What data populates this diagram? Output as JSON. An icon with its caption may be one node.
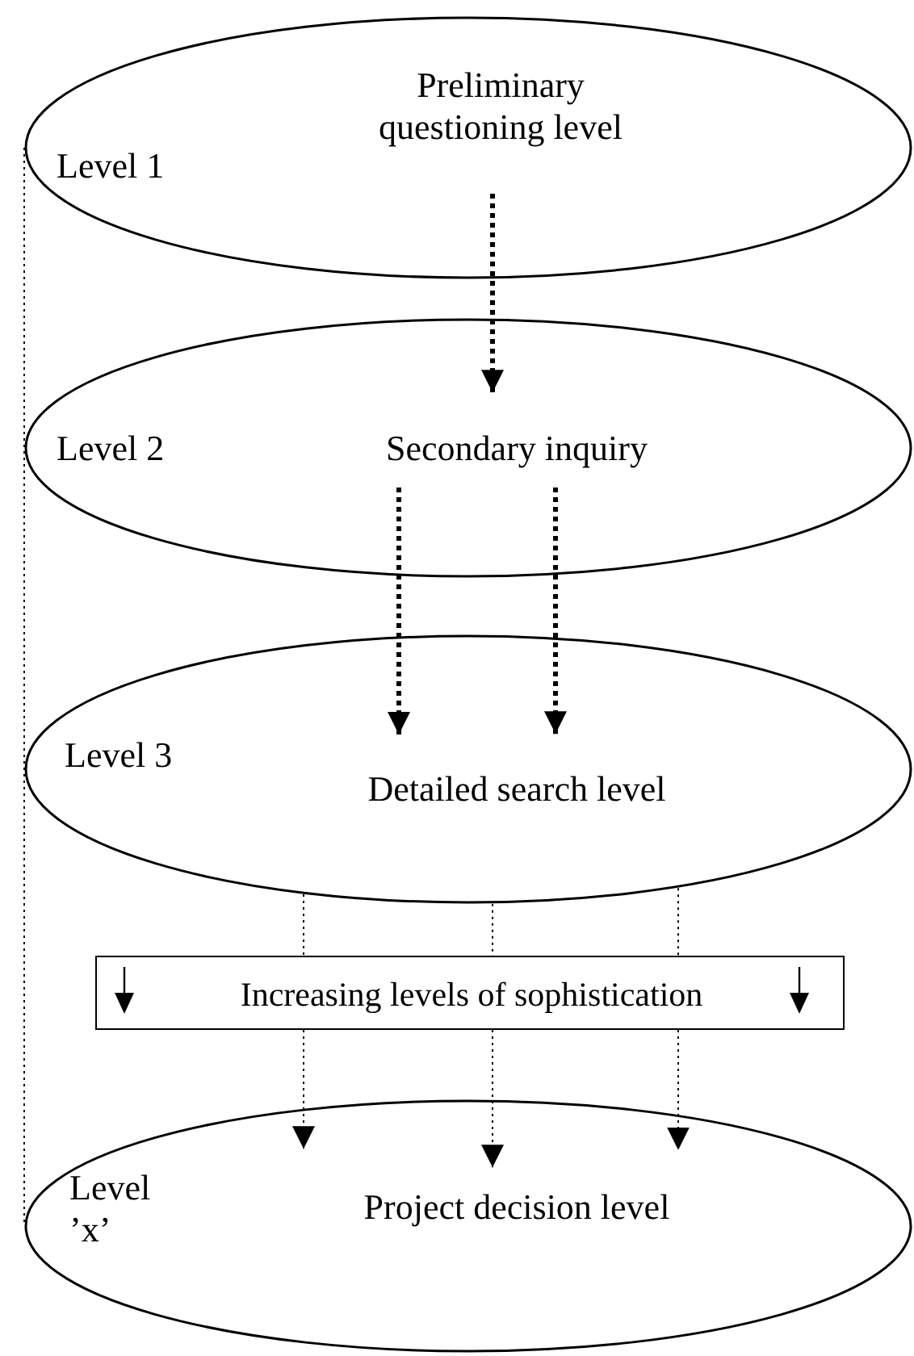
{
  "diagram": {
    "nodes": [
      {
        "text": [
          "Level 1",
          "Preliminary questioning level"
        ]
      },
      {
        "text": [
          "Level 2",
          "Secondary inquiry"
        ]
      },
      {
        "text": [
          "Level 3",
          "Detailed search level"
        ]
      },
      {
        "text": [
          "Increasing levels of sophistication"
        ]
      },
      {
        "text": [
          "Level ’x’",
          "Project decision level"
        ]
      }
    ],
    "edges": [
      {
        "from": 0,
        "to": 1,
        "arrow": "to",
        "style": "dashed"
      },
      {
        "from": 1,
        "to": 2,
        "arrow": "to",
        "style": "dashed"
      },
      {
        "from": 1,
        "to": 2,
        "arrow": "to",
        "style": "dashed"
      },
      {
        "from": 2,
        "to": 3,
        "arrow": "none",
        "style": "dashed"
      },
      {
        "from": 2,
        "to": 3,
        "arrow": "none",
        "style": "dashed"
      },
      {
        "from": 2,
        "to": 3,
        "arrow": "none",
        "style": "dashed"
      },
      {
        "from": 3,
        "to": 4,
        "arrow": "to",
        "style": "dashed"
      },
      {
        "from": 3,
        "to": 4,
        "arrow": "to",
        "style": "dashed"
      },
      {
        "from": 3,
        "to": 4,
        "arrow": "to",
        "style": "dashed"
      },
      {
        "from": 0,
        "to": 4,
        "arrow": "none",
        "style": "dashed"
      }
    ]
  }
}
